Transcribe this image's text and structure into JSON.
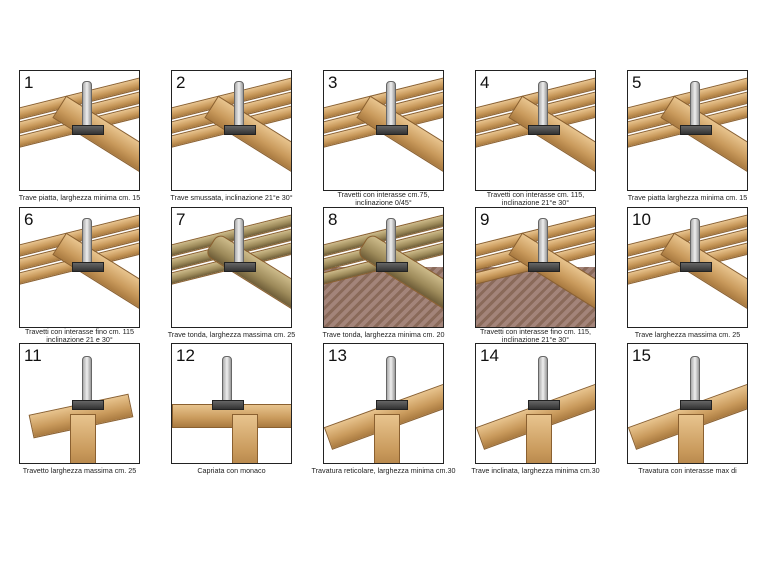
{
  "items": [
    {
      "number": "1",
      "caption": "Trave piatta, larghezza minima cm. 15"
    },
    {
      "number": "2",
      "caption": "Trave smussata, inclinazione 21°e 30°"
    },
    {
      "number": "3",
      "caption": "Travetti con interasse cm.75,\ninclinazione 0/45°"
    },
    {
      "number": "4",
      "caption": "Travetti con interasse cm. 115,\ninclinazione 21°e 30°"
    },
    {
      "number": "5",
      "caption": "Trave piatta larghezza minima cm. 15"
    },
    {
      "number": "6",
      "caption": "Travetti con  interasse fino cm. 115\ninclinazione 21 e 30°"
    },
    {
      "number": "7",
      "caption": "Trave tonda, larghezza massima cm. 25"
    },
    {
      "number": "8",
      "caption": "Trave tonda, larghezza minima cm. 20"
    },
    {
      "number": "9",
      "caption": "Travetti con interasse fino cm. 115,\ninclinazione 21°e 30°"
    },
    {
      "number": "10",
      "caption": "Trave larghezza massima cm. 25"
    },
    {
      "number": "11",
      "caption": "Travetto larghezza massima cm. 25"
    },
    {
      "number": "12",
      "caption": "Capriata con monaco"
    },
    {
      "number": "13",
      "caption": "Travatura reticolare, larghezza minima cm.30"
    },
    {
      "number": "14",
      "caption": "Trave inclinata, larghezza minima  cm.30"
    },
    {
      "number": "15",
      "caption": "Travatura con interasse max di"
    }
  ]
}
